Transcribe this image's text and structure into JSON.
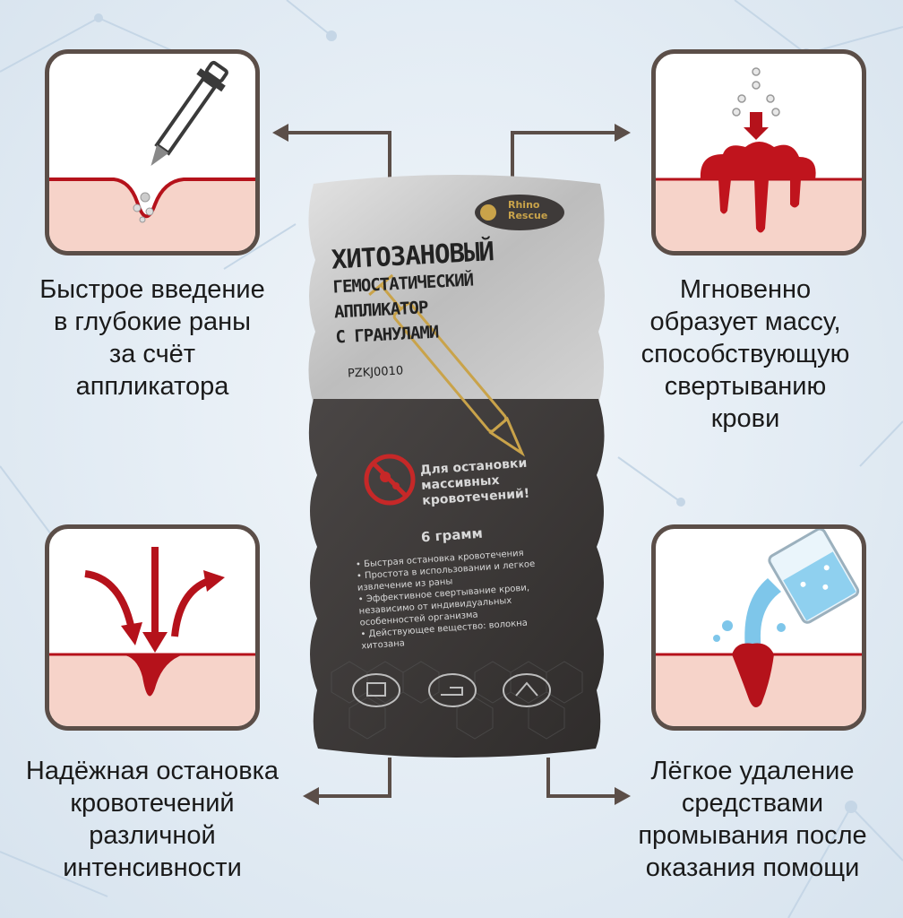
{
  "package": {
    "brand_line1": "Rhino",
    "brand_line2": "Rescue",
    "title_lines": [
      "ХИТОЗАНОВЫЙ",
      "ГЕМОСТАТИЧЕСКИЙ",
      "АППЛИКАТОР",
      "С ГРАНУЛАМИ"
    ],
    "code": "PZKJ0010",
    "warning_lines": [
      "Для остановки",
      "массивных",
      "кровотечений!"
    ],
    "weight": "6 грамм",
    "bullets": [
      "• Быстрая остановка кровотечения",
      "• Простота в использовании и легкое",
      "извлечение из раны",
      "• Эффективное свертывание крови,",
      "независимо от индивидуальных",
      "особенностей организма",
      "• Действующее вещество: волокна",
      "хитозана"
    ]
  },
  "features": [
    {
      "caption_lines": [
        "Быстрое введение",
        "в глубокие раны",
        "за счёт",
        "аппликатора"
      ],
      "icon": "syringe-applicator-icon"
    },
    {
      "caption_lines": [
        "Мгновенно",
        "образует массу,",
        "способствующую",
        "свертыванию",
        "крови"
      ],
      "icon": "blood-clot-icon"
    },
    {
      "caption_lines": [
        "Надёжная остановка",
        "кровотечений",
        "различной",
        "интенсивности"
      ],
      "icon": "pressure-arrows-icon"
    },
    {
      "caption_lines": [
        "Лёгкое удаление",
        "средствами",
        "промывания после",
        "оказания помощи"
      ],
      "icon": "rinse-beaker-icon"
    }
  ],
  "colors": {
    "frame": "#5b4e48",
    "skin": "#f6d3c9",
    "blood": "#b5121b",
    "package_top": "#c9c9c9",
    "package_bottom": "#3e3a39",
    "gold": "#c9a34a"
  }
}
